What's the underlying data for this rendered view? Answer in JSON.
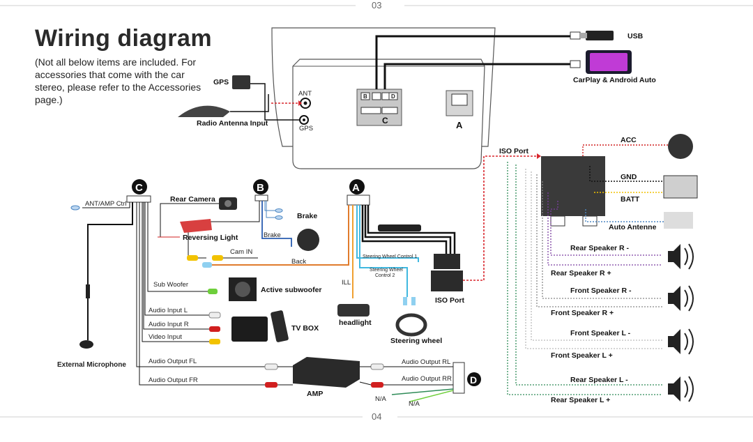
{
  "page": {
    "title": "Wiring diagram",
    "note": "(Not all below items are included. For accessories that come with the car stereo, please refer to the Accessories page.)",
    "page_top": "03",
    "page_bottom": "04"
  },
  "head_unit": {
    "port_labels": {
      "ant": "ANT",
      "gps": "GPS",
      "b": "B",
      "d": "D",
      "c": "C",
      "a": "A"
    },
    "usb": "USB",
    "carplay": "CarPlay & Android Auto",
    "gps_module": "GPS",
    "radio_antenna": "Radio Antenna Input"
  },
  "harness_c": {
    "letter": "C",
    "ant_amp": "ANT/AMP Ctrl",
    "sub_woofer": "Sub Woofer",
    "active_subwoofer": "Active subwoofer",
    "audio_input_l": "Audio Input L",
    "audio_input_r": "Audio Input R",
    "video_input": "Video Input",
    "tv_box": "TV BOX",
    "audio_output_fl": "Audio Output FL",
    "audio_output_fr": "Audio Output FR",
    "amp": "AMP",
    "external_mic": "External Microphone"
  },
  "harness_b": {
    "letter": "B",
    "rear_camera": "Rear Camera",
    "reversing_light": "Reversing Light",
    "cam_in": "Cam IN",
    "brake_label": "Brake",
    "brake": "Brake"
  },
  "harness_a": {
    "letter": "A",
    "back": "Back",
    "ill": "ILL",
    "headlight": "headlight",
    "swc1": "Steering Wheel Control 1",
    "swc2_line1": "Steering Wheel",
    "swc2_line2": "Control 2",
    "steering_wheel": "Steering wheel",
    "iso_port": "ISO Port"
  },
  "harness_d": {
    "letter": "D",
    "audio_output_rl": "Audio Output RL",
    "audio_output_rr": "Audio Output RR",
    "na1": "N/A",
    "na2": "N/A"
  },
  "iso": {
    "iso_port": "ISO Port",
    "acc": "ACC",
    "gnd": "GND",
    "batt": "BATT",
    "auto_antenne": "Auto Antenne",
    "speakers": [
      "Rear Speaker R  -",
      "Rear Speaker R  +",
      "Front Speaker R  -",
      "Front Speaker R  +",
      "Front Speaker L -",
      "Front Speaker L +",
      "Rear Speaker L  -",
      "Rear Speaker L  +"
    ]
  },
  "colors": {
    "red_dotted": "#d8262d",
    "acc_red": "#d11f1f",
    "gnd_black": "#111111",
    "batt_yellow": "#f2c200",
    "rear_r_purple": "#7b3fa0",
    "front_r_gray": "#888888",
    "front_l_white": "#bbbbbb",
    "rear_l_green": "#2e8b57",
    "back_orange": "#e07b2c",
    "ill_orange": "#f0a030",
    "swc_cyan": "#40b8e0",
    "brake_blue": "#2a5db0"
  }
}
